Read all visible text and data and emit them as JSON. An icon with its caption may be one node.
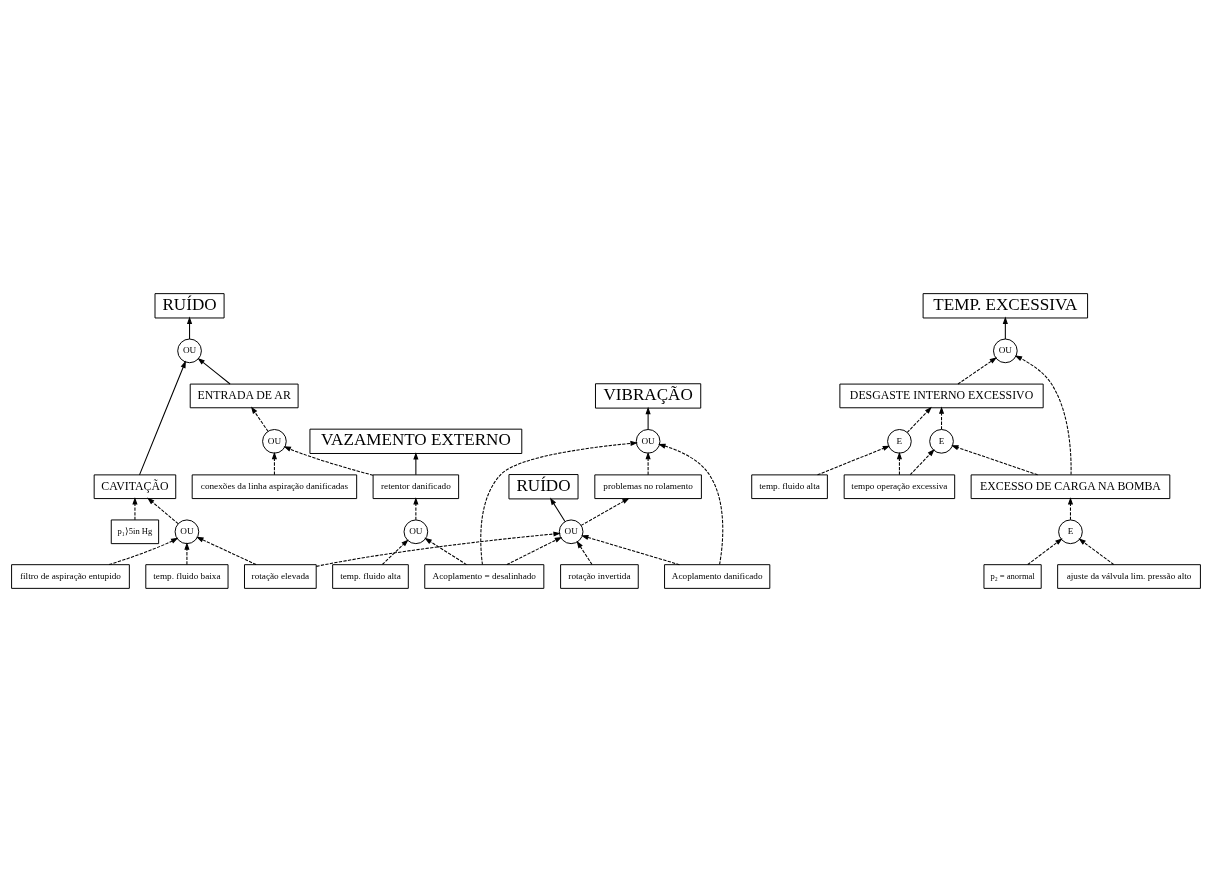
{
  "diagram": {
    "nodes": [
      {
        "text": [
          "RUÍDO"
        ]
      },
      {
        "text": [
          "temp. fluido alta"
        ]
      },
      {
        "text": [
          "DESGASTE INTERNO EXCESSIVO"
        ]
      },
      {
        "text": [
          "TEMP. EXCESSIVA"
        ]
      },
      {
        "text": [
          "E"
        ]
      },
      {
        "text": [
          "CAVITAÇÃO"
        ]
      },
      {
        "text": [
          "OU"
        ]
      },
      {
        "text": [
          "ENTRADA DE AR"
        ]
      },
      {
        "text": [
          "OU"
        ]
      },
      {
        "text": [
          "tempo operação excessiva"
        ]
      },
      {
        "text": [
          "E"
        ]
      },
      {
        "text": [
          "EXCESSO DE CARGA NA BOMBA"
        ]
      },
      {
        "text": [
          "p₁⟩5in Hg"
        ]
      },
      {
        "text": [
          "conexões da linha aspiração danificadas"
        ]
      },
      {
        "text": [
          "OU"
        ]
      },
      {
        "text": [
          "p₂ = anormal"
        ]
      },
      {
        "text": [
          "E"
        ]
      },
      {
        "text": [
          "filtro de aspiração entupido"
        ]
      },
      {
        "text": [
          "OU"
        ]
      },
      {
        "text": [
          "RUÍDO"
        ]
      },
      {
        "text": [
          "ajuste da válvula lim. pressão alto"
        ]
      },
      {
        "text": [
          "temp. fluido baixa"
        ]
      },
      {
        "text": [
          "rotação elevada"
        ]
      },
      {
        "text": [
          "OU"
        ]
      },
      {
        "text": [
          "rotação invertida"
        ]
      },
      {
        "text": [
          "temp. fluido alta"
        ]
      },
      {
        "text": [
          "OU"
        ]
      },
      {
        "text": [
          "Acoplamento = desalinhado"
        ]
      },
      {
        "text": [
          "Acoplamento danificado"
        ]
      },
      {
        "text": [
          "problemas no rolamento"
        ]
      },
      {
        "text": [
          "OU"
        ]
      },
      {
        "text": [
          "VAZAMENTO EXTERNO"
        ]
      },
      {
        "text": [
          "retentor danificado"
        ]
      },
      {
        "text": [
          "VIBRAÇÃO"
        ]
      }
    ],
    "edges": [
      {
        "from": 5,
        "to": 6,
        "arrow": "to"
      },
      {
        "from": 7,
        "to": 6,
        "arrow": "to"
      },
      {
        "from": 6,
        "to": 0,
        "arrow": "to"
      },
      {
        "from": 1,
        "to": 4,
        "arrow": "to",
        "style": "dashed"
      },
      {
        "from": 9,
        "to": 4,
        "arrow": "to",
        "style": "dashed"
      },
      {
        "from": 4,
        "to": 2,
        "arrow": "to",
        "style": "dashed"
      },
      {
        "from": 2,
        "to": 8,
        "arrow": "to",
        "style": "dashed"
      },
      {
        "from": 11,
        "to": 8,
        "arrow": "to",
        "style": "dashed"
      },
      {
        "from": 8,
        "to": 3,
        "arrow": "to"
      },
      {
        "from": 9,
        "to": 10,
        "arrow": "to",
        "style": "dashed"
      },
      {
        "from": 11,
        "to": 10,
        "arrow": "to",
        "style": "dashed"
      },
      {
        "from": 10,
        "to": 2,
        "arrow": "to",
        "style": "dashed"
      },
      {
        "from": 16,
        "to": 11,
        "arrow": "to",
        "style": "dashed"
      },
      {
        "from": 15,
        "to": 16,
        "arrow": "to",
        "style": "dashed"
      },
      {
        "from": 20,
        "to": 16,
        "arrow": "to",
        "style": "dashed"
      },
      {
        "from": 12,
        "to": 5,
        "arrow": "to",
        "style": "dashed"
      },
      {
        "from": 18,
        "to": 5,
        "arrow": "to",
        "style": "dashed"
      },
      {
        "from": 17,
        "to": 18,
        "arrow": "to",
        "style": "dashed"
      },
      {
        "from": 21,
        "to": 18,
        "arrow": "to",
        "style": "dashed"
      },
      {
        "from": 22,
        "to": 18,
        "arrow": "to",
        "style": "dashed"
      },
      {
        "from": 13,
        "to": 14,
        "arrow": "to",
        "style": "dashed"
      },
      {
        "from": 14,
        "to": 7,
        "arrow": "to",
        "style": "dashed"
      },
      {
        "from": 32,
        "to": 14,
        "arrow": "to",
        "style": "dashed"
      },
      {
        "from": 22,
        "to": 23,
        "arrow": "to",
        "style": "dashed"
      },
      {
        "from": 24,
        "to": 23,
        "arrow": "to",
        "style": "dashed"
      },
      {
        "from": 27,
        "to": 23,
        "arrow": "to",
        "style": "dashed"
      },
      {
        "from": 28,
        "to": 23,
        "arrow": "to",
        "style": "dashed"
      },
      {
        "from": 23,
        "to": 19,
        "arrow": "to"
      },
      {
        "from": 23,
        "to": 29,
        "arrow": "to",
        "style": "dashed"
      },
      {
        "from": 29,
        "to": 30,
        "arrow": "to",
        "style": "dashed"
      },
      {
        "from": 27,
        "to": 30,
        "arrow": "to",
        "style": "dashed"
      },
      {
        "from": 28,
        "to": 30,
        "arrow": "to",
        "style": "dashed"
      },
      {
        "from": 30,
        "to": 33,
        "arrow": "to"
      },
      {
        "from": 27,
        "to": 26,
        "arrow": "to",
        "style": "dashed"
      },
      {
        "from": 25,
        "to": 26,
        "arrow": "to",
        "style": "dashed"
      },
      {
        "from": 26,
        "to": 32,
        "arrow": "to",
        "style": "dashed"
      },
      {
        "from": 32,
        "to": 31,
        "arrow": "to"
      }
    ]
  }
}
